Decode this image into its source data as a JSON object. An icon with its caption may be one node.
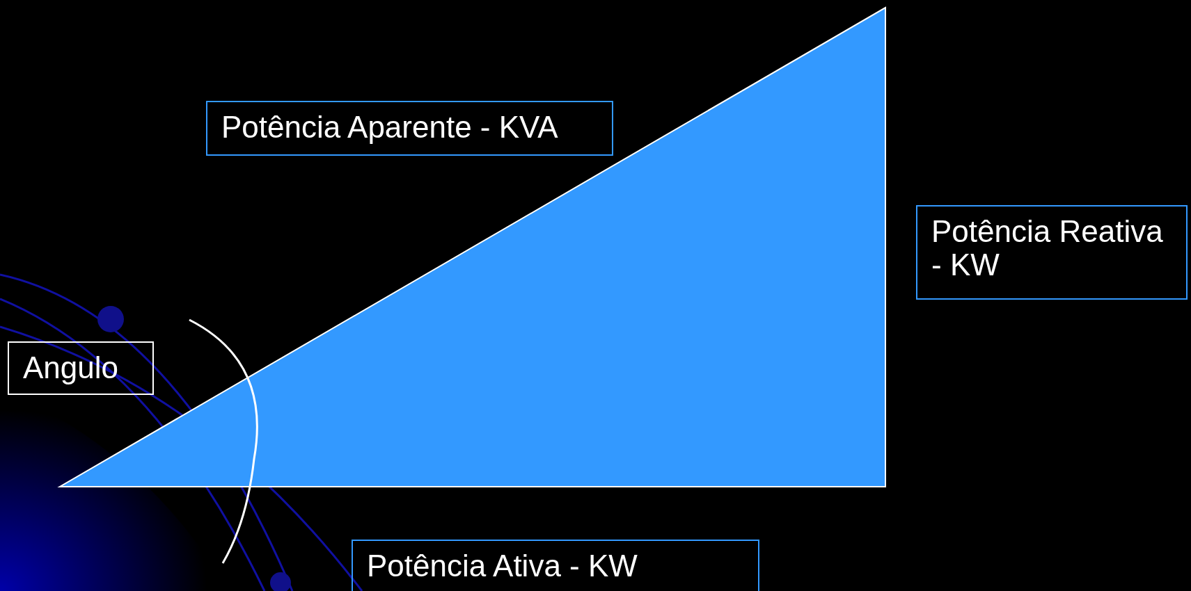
{
  "diagram": {
    "nodes": [
      {
        "text": [
          "Potência Aparente - KVA"
        ]
      },
      {
        "text": [
          "Potência Reativa - KW"
        ]
      },
      {
        "text": [
          "Angulo"
        ]
      },
      {
        "text": [
          "Potência Ativa - KW"
        ]
      }
    ]
  }
}
